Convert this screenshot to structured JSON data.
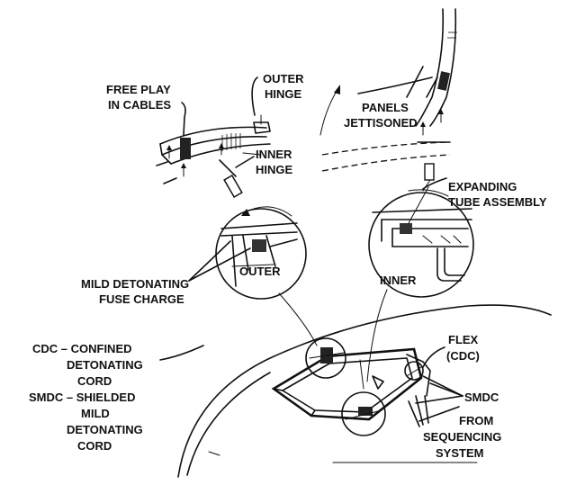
{
  "labels": {
    "free_play_1": "FREE PLAY",
    "free_play_2": "IN CABLES",
    "outer_hinge_1": "OUTER",
    "outer_hinge_2": "HINGE",
    "inner_hinge_1": "INNER",
    "inner_hinge_2": "HINGE",
    "panels_1": "PANELS",
    "panels_2": "JETTISONED",
    "expanding_1": "EXPANDING",
    "expanding_2": "TUBE ASSEMBLY",
    "outer_detail": "OUTER",
    "inner_detail": "INNER",
    "mdfc_1": "MILD DETONATING",
    "mdfc_2": "FUSE CHARGE",
    "cdc_1": "CDC – CONFINED",
    "cdc_2": "DETONATING",
    "cdc_3": "CORD",
    "smdc_1": "SMDC – SHIELDED",
    "smdc_2": "MILD",
    "smdc_3": "DETONATING",
    "smdc_4": "CORD",
    "flex_1": "FLEX",
    "flex_2": "(CDC)",
    "smdc_label": "SMDC",
    "from_1": "FROM",
    "from_2": "SEQUENCING",
    "from_3": "SYSTEM"
  },
  "icons": [
    "arrow-icon",
    "detail-circle-icon"
  ]
}
